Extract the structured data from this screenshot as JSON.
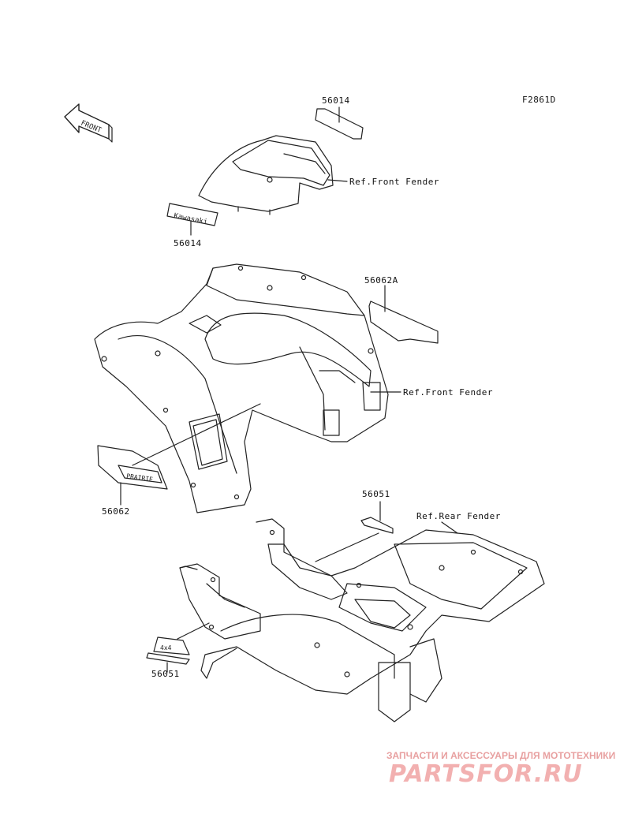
{
  "figure_code": "F2861D",
  "front_arrow": "FRONT",
  "labels": {
    "p56014_top": "56014",
    "p56014_left": "56014",
    "p56062a": "56062A",
    "ref_front_fender_1": "Ref.Front Fender",
    "ref_front_fender_2": "Ref.Front Fender",
    "p56062": "56062",
    "p56051_top": "56051",
    "ref_rear_fender": "Ref.Rear Fender",
    "p56051_bottom": "56051"
  },
  "decal_texts": {
    "kawasaki": "Kawasaki",
    "prairie": "PRAIRIE",
    "4x4": "4x4"
  },
  "watermark": {
    "tagline": "ЗАПЧАСТИ И АКСЕССУАРЫ ДЛЯ МОТОТЕХНИКИ",
    "brand": "PARTSFOR.RU",
    "color": "#e88080"
  }
}
